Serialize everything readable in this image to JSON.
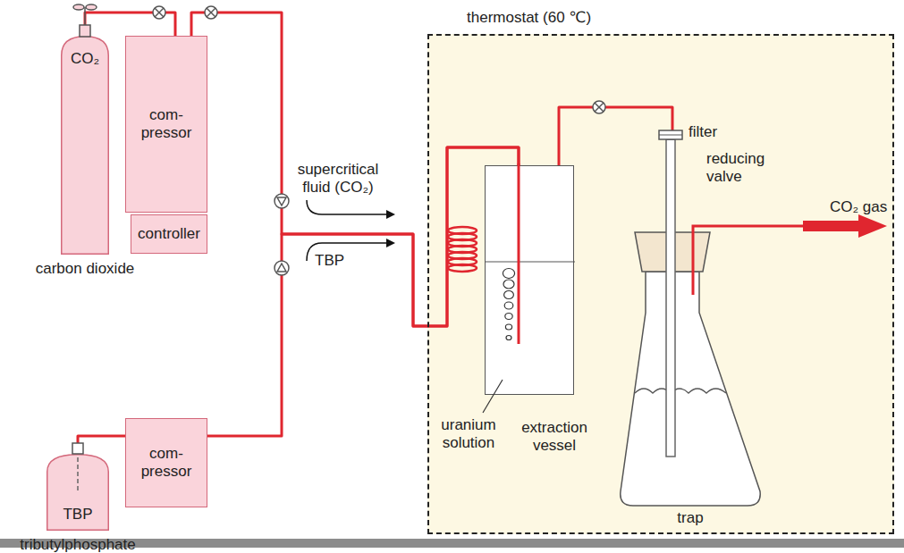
{
  "diagram": {
    "nodes": [
      {
        "text": [
          "CO₂",
          "carbon dioxide"
        ]
      },
      {
        "text": [
          "com- pressor"
        ]
      },
      {
        "text": [
          "controller"
        ]
      },
      {
        "text": [
          "TBP",
          "tributylphosphate"
        ]
      },
      {
        "text": [
          "com- pressor"
        ]
      },
      {
        "text": [
          "thermostat (60 ℃)"
        ]
      },
      {
        "text": [
          "extraction vessel"
        ],
        "in": 5
      },
      {
        "text": [
          "trap"
        ],
        "in": 5
      }
    ],
    "edges": [
      {
        "from": 0,
        "to": 1,
        "arrow": "none"
      },
      {
        "from": 1,
        "to": 6,
        "arrow": "none"
      },
      {
        "from": 3,
        "to": 4,
        "arrow": "none"
      },
      {
        "from": 4,
        "to": 6,
        "arrow": "none"
      },
      {
        "from": 6,
        "to": 7,
        "arrow": "none"
      }
    ],
    "labels": [
      "supercritical fluid (CO₂)",
      "TBP",
      "uranium solution",
      "filter",
      "reducing valve",
      "CO₂ gas"
    ]
  }
}
